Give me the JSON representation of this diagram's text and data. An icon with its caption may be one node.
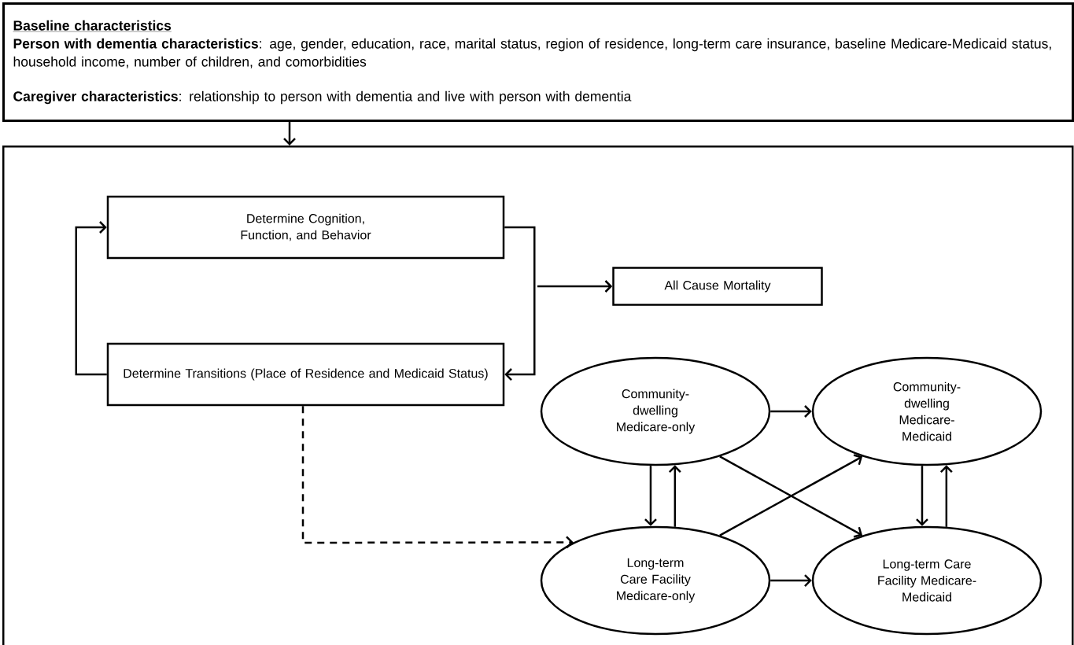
{
  "diagram": {
    "nodes": [
      {
        "text": [
          "Baseline characteristics",
          "**Person with dementia characteristics**: age, gender, education, race, marital status, region of residence, long-term care insurance, baseline Medicare-Medicaid status, household income, number of children, and comorbidities",
          "**Caregiver characteristics**: relationship to person with dementia and live with person with dementia"
        ]
      },
      {
        "text": [],
        "shape": "box"
      },
      {
        "text": [
          "Determine Cognition, Function, and Behavior"
        ],
        "in": 1
      },
      {
        "text": [
          "Determine Transitions (Place of Residence and Medicaid Status)"
        ],
        "in": 1
      },
      {
        "text": [
          "All Cause Mortality"
        ],
        "in": 1
      },
      {
        "text": [
          "Community-dwelling Medicare-only"
        ],
        "in": 1
      },
      {
        "text": [
          "Community-dwelling Medicare-Medicaid"
        ],
        "in": 1
      },
      {
        "text": [
          "Long-term Care Facility Medicare-only"
        ],
        "in": 1
      },
      {
        "text": [
          "Long-term Care Facility Medicare-Medicaid"
        ],
        "in": 1
      }
    ],
    "edges": [
      {
        "from": 0,
        "to": 1,
        "arrow": "to"
      },
      {
        "from": 2,
        "to": 3,
        "arrow": "to"
      },
      {
        "from": 3,
        "to": 2,
        "arrow": "to"
      },
      {
        "from": null,
        "to": 4,
        "arrow": "to"
      },
      {
        "from": 3,
        "to": 7,
        "arrow": "to",
        "style": "dashed"
      },
      {
        "from": 5,
        "to": 6,
        "arrow": "to"
      },
      {
        "from": 5,
        "to": 7,
        "arrow": "to"
      },
      {
        "from": 7,
        "to": 5,
        "arrow": "to"
      },
      {
        "from": 5,
        "to": 8,
        "arrow": "to"
      },
      {
        "from": 7,
        "to": 6,
        "arrow": "to"
      },
      {
        "from": 7,
        "to": 8,
        "arrow": "to"
      },
      {
        "from": 6,
        "to": 8,
        "arrow": "to"
      },
      {
        "from": 8,
        "to": 6,
        "arrow": "to"
      }
    ]
  }
}
